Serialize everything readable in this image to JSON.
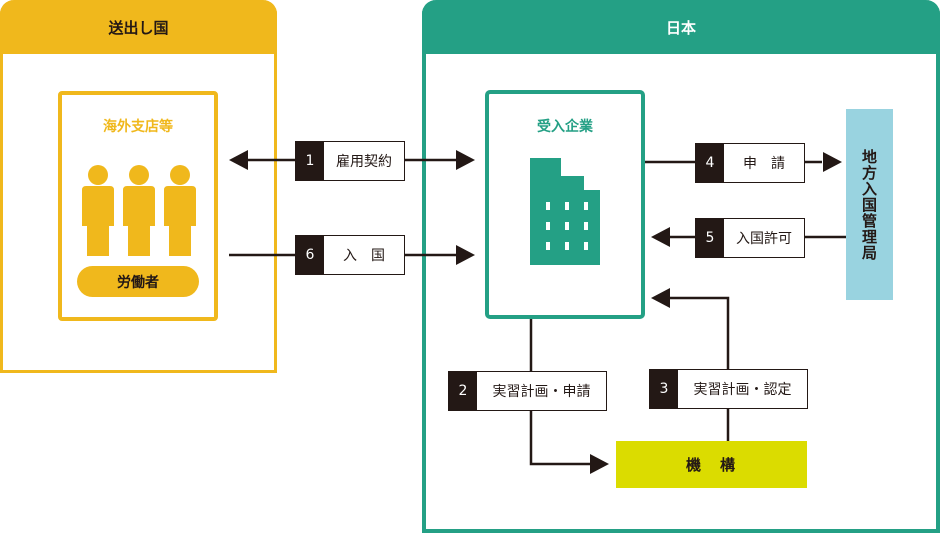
{
  "sending_country": {
    "header": "送出し国",
    "branch_title": "海外支店等",
    "workers_label": "労働者",
    "color": "#f0b81c"
  },
  "japan": {
    "header": "日本",
    "company_title": "受入企業",
    "immigration_label": "地方入国管理局",
    "organization_label": "機　構",
    "color": "#24a085",
    "immigration_color": "#99d3e0",
    "organization_color": "#dbdc00"
  },
  "steps": [
    {
      "num": "1",
      "label": "雇用契約"
    },
    {
      "num": "2",
      "label": "実習計画・申請"
    },
    {
      "num": "3",
      "label": "実習計画・認定"
    },
    {
      "num": "4",
      "label": "申　請"
    },
    {
      "num": "5",
      "label": "入国許可"
    },
    {
      "num": "6",
      "label": "入　国"
    }
  ]
}
